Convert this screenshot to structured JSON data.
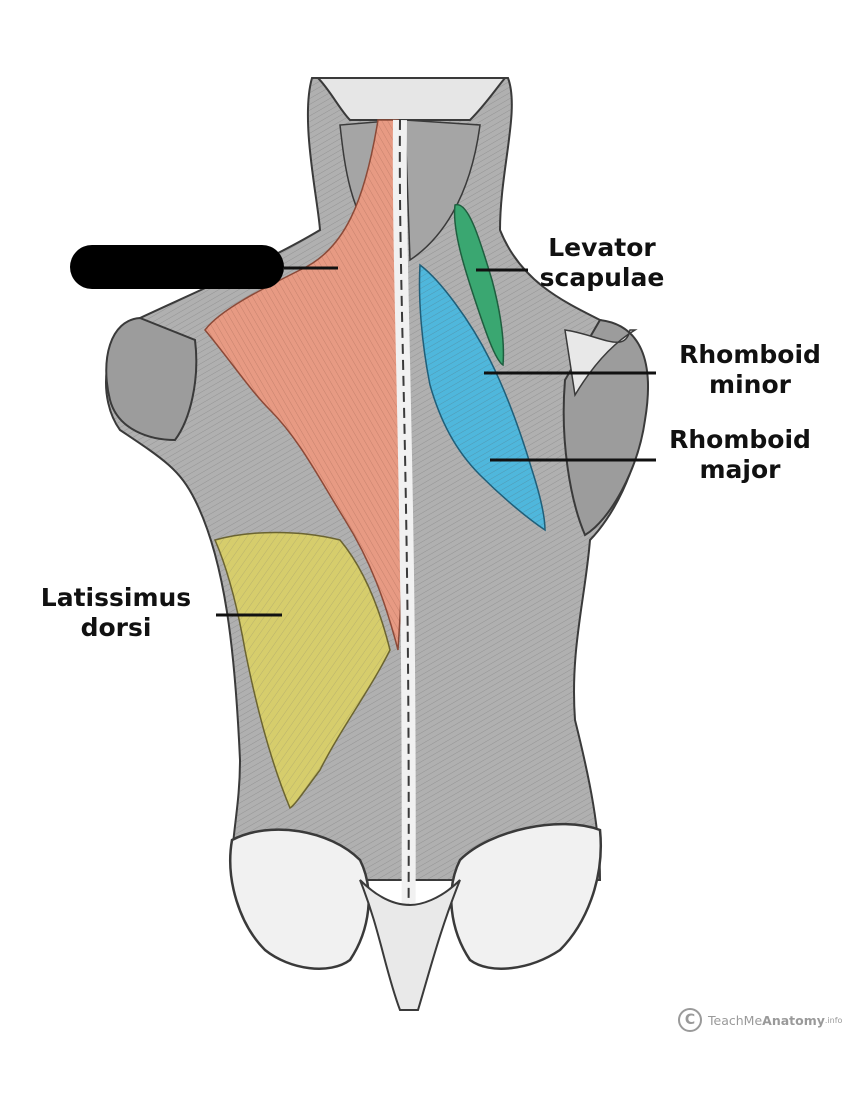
{
  "labels": {
    "redacted": "",
    "levator_scapulae": {
      "line1": "Levator",
      "line2": "scapulae"
    },
    "rhomboid_minor": {
      "line1": "Rhomboid",
      "line2": "minor"
    },
    "rhomboid_major": {
      "line1": "Rhomboid",
      "line2": "major"
    },
    "latissimus_dorsi": {
      "line1": "Latissimus",
      "line2": "dorsi"
    }
  },
  "watermark": {
    "symbol": "C",
    "brand_light": "TeachMe",
    "brand_bold": "Anatomy",
    "suffix": ".info"
  },
  "colors": {
    "trapezius": "#e79a83",
    "levator_scapulae": "#3aa771",
    "rhomboids": "#4fb7dc",
    "latissimus_dorsi": "#d6cd6c",
    "muscle_gray": "#a9a9a9",
    "bone": "#f1f1f1",
    "redaction": "#000000",
    "label_text": "#111111"
  }
}
